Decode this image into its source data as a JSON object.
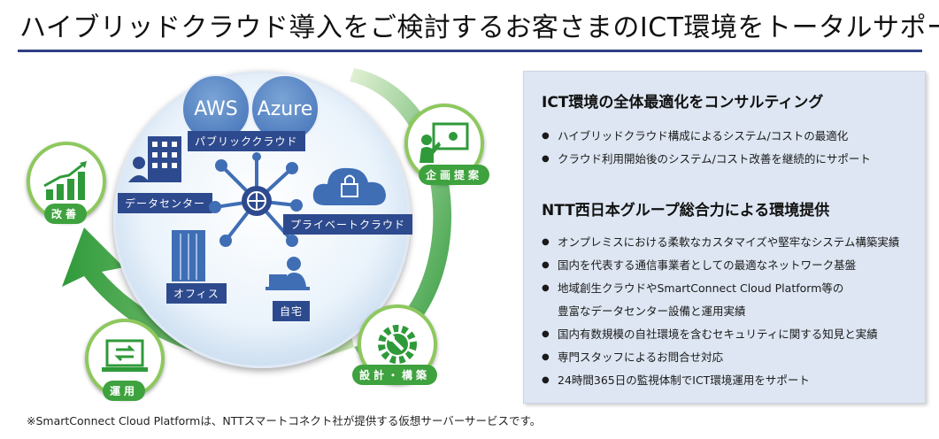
{
  "title": "ハイブリッドクラウド導入をご検討するお客さまのICT環境をトータルサポート",
  "diagram": {
    "aws": "AWS",
    "azure": "Azure",
    "public_cloud": "パブリッククラウド",
    "datacenter": "データセンター",
    "private_cloud": "プライベートクラウド",
    "office": "オフィス",
    "home": "自宅",
    "cycle": {
      "planning": "企画提案",
      "design_build": "設計・構築",
      "operation": "運用",
      "improvement": "改善"
    }
  },
  "panel": {
    "section1_title": "ICT環境の全体最適化をコンサルティング",
    "section1_items": [
      "ハイブリッドクラウド構成によるシステム/コストの最適化",
      "クラウド利用開始後のシステム/コスト改善を継続的にサポート"
    ],
    "section2_title": "NTT西日本グループ総合力による環境提供",
    "section2_items": [
      "オンプレミスにおける柔軟なカスタマイズや堅牢なシステム構築実績",
      "国内を代表する通信事業者としての最適なネットワーク基盤",
      "地域創生クラウドやSmartConnect Cloud Platform等の",
      "豊富なデータセンター設備と運用実績",
      "国内有数規模の自社環境を含むセキュリティに関する知見と実績",
      "専門スタッフによるお問合せ対応",
      "24時間365日の監視体制でICT環境運用をサポート"
    ]
  },
  "footnote": "※SmartConnect Cloud Platformは、NTTスマートコネクト社が提供する仮想サーバーサービスです。",
  "colors": {
    "navy": "#2e4a8e",
    "green": "#3ea23e",
    "panel_bg": "#dde6f2"
  }
}
